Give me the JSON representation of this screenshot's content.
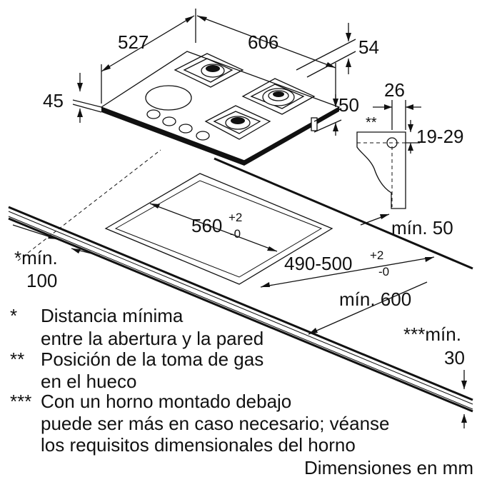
{
  "dimensions": {
    "width_527": "527",
    "depth_606": "606",
    "edge_54": "54",
    "height_45": "45",
    "side_50": "50",
    "gas_offset_26": "26",
    "gas_height": "19-29",
    "gas_mark": "**",
    "cutout_width_base": "560",
    "cutout_width_sup": "+2",
    "cutout_width_sub": "-0",
    "cutout_depth_base": "490-500",
    "cutout_depth_sup": "+2",
    "cutout_depth_sub": "-0",
    "min_front": "mín. 50",
    "min_depth": "mín. 600",
    "min_wall_line1": "*mín.",
    "min_wall_line2": "100",
    "min_thick_line1": "***mín.",
    "min_thick_line2": "30"
  },
  "legend": {
    "items": [
      {
        "mark": "*",
        "line1": "Distancia mínima",
        "line2": "entre la abertura y la pared"
      },
      {
        "mark": "**",
        "line1": "Posición de la toma de gas",
        "line2": "en el hueco"
      },
      {
        "mark": "***",
        "line1": "Con un horno montado debajo",
        "line2": "puede ser más en caso necesario; véanse",
        "line3": "los requisitos dimensionales del horno"
      }
    ],
    "units": "Dimensiones en mm"
  }
}
